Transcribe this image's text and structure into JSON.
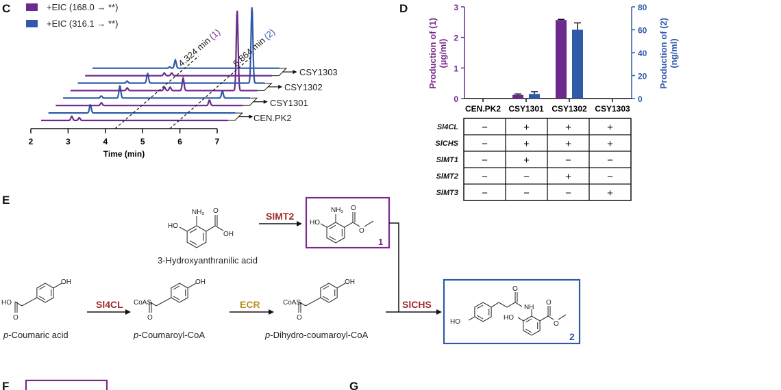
{
  "panel_c": {
    "label": "C",
    "legend": [
      {
        "text": "+EIC (168.0 → **)",
        "color": "#6b2a8c"
      },
      {
        "text": "+EIC (316.1 → **)",
        "color": "#2e5aa8"
      }
    ],
    "xaxis": {
      "title": "Time (min)",
      "ticks": [
        "2",
        "3",
        "4",
        "5",
        "6",
        "7"
      ],
      "range": [
        2,
        7
      ]
    },
    "rt1": {
      "text": "4.324 min",
      "compound": "(1)"
    },
    "rt2": {
      "text": "5.864 min",
      "compound": "(2)"
    },
    "strains": [
      "CEN.PK2",
      "CSY1301",
      "CSY1302",
      "CSY1303"
    ],
    "traces": [
      {
        "strain": "CEN.PK2",
        "series": "168.0",
        "peaks": [
          [
            3.1,
            6
          ],
          [
            3.3,
            4
          ]
        ]
      },
      {
        "strain": "CEN.PK2",
        "series": "316.1",
        "peaks": [
          [
            3.4,
            12
          ]
        ]
      },
      {
        "strain": "CSY1301",
        "series": "168.0",
        "peaks": [
          [
            3.5,
            4
          ],
          [
            6.4,
            8
          ]
        ]
      },
      {
        "strain": "CSY1301",
        "series": "316.1",
        "peaks": [
          [
            3.3,
            3
          ],
          [
            3.8,
            18
          ],
          [
            6.55,
            10
          ]
        ]
      },
      {
        "strain": "CSY1302",
        "series": "168.0",
        "peaks": [
          [
            3.8,
            4
          ],
          [
            4.8,
            5
          ],
          [
            4.95,
            5
          ],
          [
            5.3,
            18
          ],
          [
            6.75,
            118
          ]
        ]
      },
      {
        "strain": "CSY1302",
        "series": "316.1",
        "peaks": [
          [
            3.6,
            3
          ],
          [
            4.15,
            14
          ],
          [
            6.95,
            112
          ]
        ]
      },
      {
        "strain": "CSY1303",
        "series": "168.0",
        "peaks": [
          [
            4.4,
            4
          ],
          [
            4.6,
            4
          ]
        ]
      },
      {
        "strain": "CSY1303",
        "series": "316.1",
        "peaks": [
          [
            4.35,
            2
          ],
          [
            4.5,
            12
          ]
        ]
      }
    ]
  },
  "panel_d": {
    "label": "D",
    "chart_data": {
      "type": "bar",
      "categories": [
        "CEN.PK2",
        "CSY1301",
        "CSY1302",
        "CSY1303"
      ],
      "series": [
        {
          "name": "Production of (1) (µg/ml)",
          "axis": "left",
          "color": "#6b2a8c",
          "values": [
            0,
            0.12,
            2.57,
            0
          ],
          "errors": [
            0,
            0.03,
            0.02,
            0
          ]
        },
        {
          "name": "Production of (2) (ng/ml)",
          "axis": "right",
          "color": "#2e5aa8",
          "values": [
            0,
            4,
            60,
            0
          ],
          "errors": [
            0,
            2,
            6,
            0
          ]
        }
      ],
      "ylabel_left": [
        "Production of (1)",
        "(µg/ml)"
      ],
      "ylabel_right": [
        "Production of (2)",
        "(ng/ml)"
      ],
      "ylim_left": [
        0,
        3
      ],
      "ylim_right": [
        0,
        80
      ],
      "yticks_left": [
        "0",
        "1",
        "2",
        "3"
      ],
      "yticks_right": [
        "0",
        "20",
        "40",
        "60",
        "80"
      ]
    },
    "table": {
      "rows": [
        {
          "gene": "Sl4CL",
          "cells": [
            "−",
            "+",
            "+",
            "+"
          ]
        },
        {
          "gene": "SlCHS",
          "cells": [
            "−",
            "+",
            "+",
            "+"
          ]
        },
        {
          "gene": "SlMT1",
          "cells": [
            "−",
            "+",
            "−",
            "−"
          ]
        },
        {
          "gene": "SlMT2",
          "cells": [
            "−",
            "−",
            "+",
            "−"
          ]
        },
        {
          "gene": "SlMT3",
          "cells": [
            "−",
            "−",
            "−",
            "+"
          ]
        }
      ]
    }
  },
  "panel_e": {
    "label": "E",
    "atoms": {
      "ho": "HO",
      "oh": "OH",
      "nh2": "NH₂",
      "nh": "NH",
      "o": "O",
      "coas": "CoAS"
    },
    "compounds": {
      "hydroxyanthranilic": "3-Hydroxyanthranilic acid",
      "coumaric_italic": "p",
      "coumaric": "-Coumaric acid",
      "coumaroyl_italic": "p",
      "coumaroyl": "-Coumaroyl-CoA",
      "dihydro_italic": "p",
      "dihydro": "-Dihydro-coumaroyl-CoA",
      "product1": "1",
      "product2": "2"
    },
    "enzymes": {
      "simt2": "SlMT2",
      "sl4cl": "Sl4CL",
      "ecr": "ECR",
      "slchs": "SlCHS"
    },
    "colors": {
      "enzyme": "#a3282b",
      "ecr": "#b8901e",
      "box1": "#7a2a8c",
      "box2": "#2e5aa8"
    }
  },
  "panel_f": {
    "label": "F"
  },
  "panel_g": {
    "label": "G"
  }
}
